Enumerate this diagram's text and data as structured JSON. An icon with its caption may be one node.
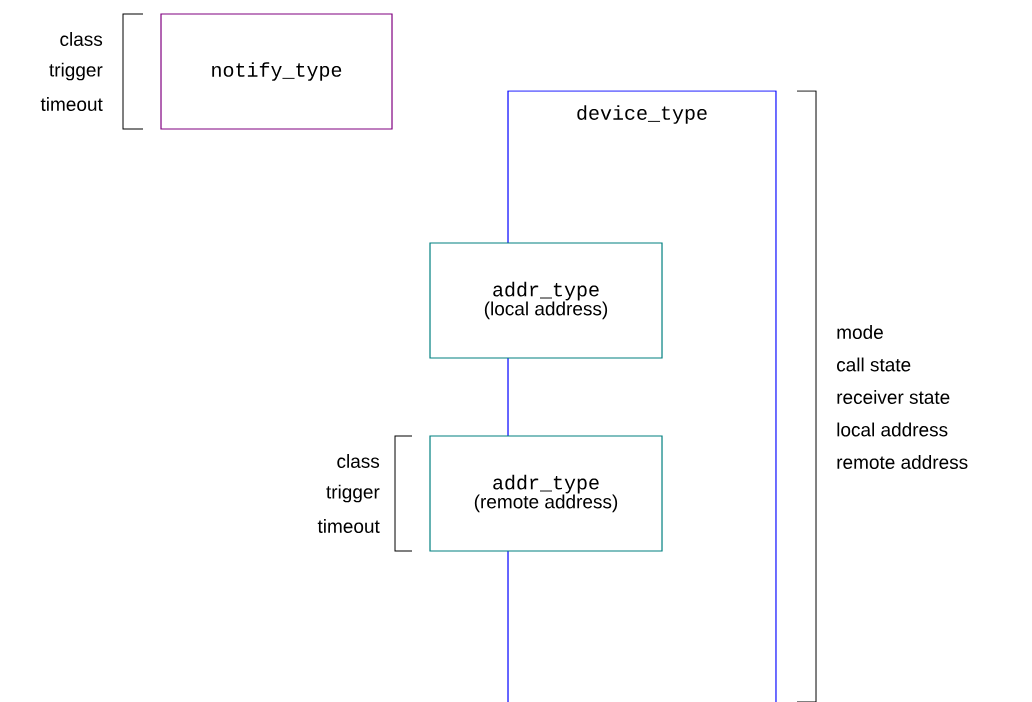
{
  "diagram": {
    "nodes": [
      {
        "text": [
          "notify_type"
        ],
        "beside": [
          "class",
          "trigger",
          "timeout"
        ]
      },
      {
        "text": [
          "device_type"
        ],
        "beside": [
          "mode",
          "call state",
          "receiver state",
          "local address",
          "remote address"
        ]
      },
      {
        "text": [
          "addr_type",
          "(local address)"
        ]
      },
      {
        "text": [
          "addr_type",
          "(remote address)"
        ],
        "beside": [
          "class",
          "trigger",
          "timeout"
        ]
      }
    ]
  }
}
